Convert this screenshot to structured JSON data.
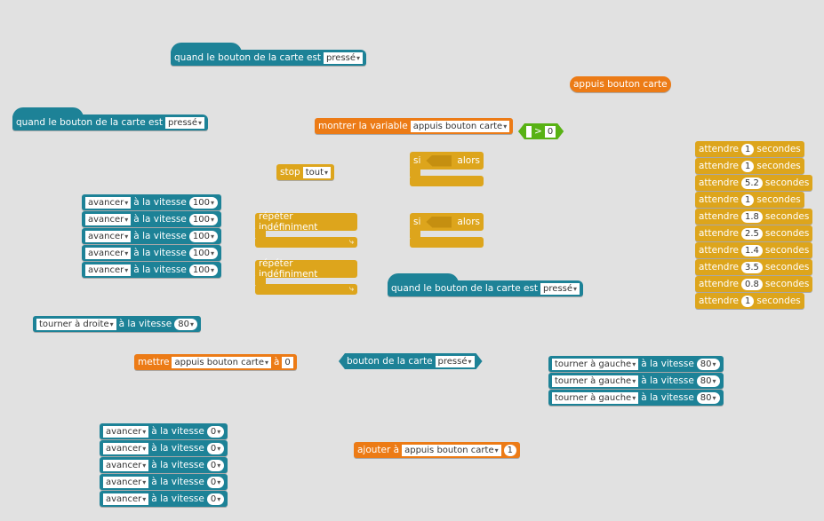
{
  "colors": {
    "teal": "#1d8297",
    "orange": "#ec7b16",
    "gold": "#dda51c",
    "green": "#58b214",
    "background": "#e1e1e1"
  },
  "blocks": [
    {
      "name": "when-board-button-hat-1",
      "color": "teal",
      "shape": "hat",
      "parts": [
        {
          "t": "quand le bouton de la carte est"
        },
        {
          "f": "pressé",
          "dd": true
        }
      ]
    },
    {
      "name": "when-board-button-hat-2",
      "color": "teal",
      "shape": "hat",
      "parts": [
        {
          "t": "quand le bouton de la carte est"
        },
        {
          "f": "pressé",
          "dd": true
        }
      ]
    },
    {
      "name": "variable-reporter",
      "color": "orange",
      "shape": "rep",
      "parts": [
        {
          "t": "appuis bouton carte"
        }
      ]
    },
    {
      "name": "show-variable-block",
      "color": "orange",
      "shape": "stack",
      "parts": [
        {
          "t": "montrer la variable"
        },
        {
          "f": "appuis bouton carte",
          "dd": true
        }
      ]
    },
    {
      "name": "greater-than-block",
      "color": "green",
      "shape": "bool",
      "parts": [
        {
          "f": " "
        },
        {
          "t": ">"
        },
        {
          "f": "0"
        }
      ]
    },
    {
      "name": "stop-block",
      "color": "gold",
      "shape": "stack",
      "parts": [
        {
          "t": "stop"
        },
        {
          "f": "tout",
          "dd": true
        }
      ]
    },
    {
      "name": "when-board-button-hat-3",
      "color": "teal",
      "shape": "hat",
      "parts": [
        {
          "t": "quand le bouton de la carte est"
        },
        {
          "f": "pressé",
          "dd": true
        }
      ]
    },
    {
      "name": "turn-right-block",
      "color": "teal",
      "shape": "stack",
      "parts": [
        {
          "f": "tourner à droite",
          "dd": true
        },
        {
          "t": "à la vitesse"
        },
        {
          "n": "80",
          "dd": true
        }
      ]
    },
    {
      "name": "set-variable-block",
      "color": "orange",
      "shape": "stack",
      "parts": [
        {
          "t": "mettre"
        },
        {
          "f": "appuis bouton carte",
          "dd": true
        },
        {
          "t": "à"
        },
        {
          "f": "0"
        }
      ]
    },
    {
      "name": "board-button-boolean",
      "color": "teal",
      "shape": "bool",
      "parts": [
        {
          "t": "bouton de la carte"
        },
        {
          "f": "pressé",
          "dd": true
        }
      ]
    },
    {
      "name": "change-variable-block",
      "color": "orange",
      "shape": "stack",
      "parts": [
        {
          "t": "ajouter à"
        },
        {
          "f": "appuis bouton carte",
          "dd": true
        },
        {
          "n": "1"
        }
      ]
    }
  ],
  "stacks": [
    {
      "name": "move-forward-100-stack",
      "color": "teal",
      "items": [
        [
          {
            "f": "avancer",
            "dd": true
          },
          {
            "t": "à la vitesse"
          },
          {
            "n": "100",
            "dd": true
          }
        ],
        [
          {
            "f": "avancer",
            "dd": true
          },
          {
            "t": "à la vitesse"
          },
          {
            "n": "100",
            "dd": true
          }
        ],
        [
          {
            "f": "avancer",
            "dd": true
          },
          {
            "t": "à la vitesse"
          },
          {
            "n": "100",
            "dd": true
          }
        ],
        [
          {
            "f": "avancer",
            "dd": true
          },
          {
            "t": "à la vitesse"
          },
          {
            "n": "100",
            "dd": true
          }
        ],
        [
          {
            "f": "avancer",
            "dd": true
          },
          {
            "t": "à la vitesse"
          },
          {
            "n": "100",
            "dd": true
          }
        ]
      ]
    },
    {
      "name": "turn-left-stack",
      "color": "teal",
      "items": [
        [
          {
            "f": "tourner à gauche",
            "dd": true
          },
          {
            "t": "à la vitesse"
          },
          {
            "n": "80",
            "dd": true
          }
        ],
        [
          {
            "f": "tourner à gauche",
            "dd": true
          },
          {
            "t": "à la vitesse"
          },
          {
            "n": "80",
            "dd": true
          }
        ],
        [
          {
            "f": "tourner à gauche",
            "dd": true
          },
          {
            "t": "à la vitesse"
          },
          {
            "n": "80",
            "dd": true
          }
        ]
      ]
    },
    {
      "name": "wait-stack",
      "color": "gold",
      "items": [
        [
          {
            "t": "attendre"
          },
          {
            "n": "1"
          },
          {
            "t": "secondes"
          }
        ],
        [
          {
            "t": "attendre"
          },
          {
            "n": "1"
          },
          {
            "t": "secondes"
          }
        ],
        [
          {
            "t": "attendre"
          },
          {
            "n": "5.2"
          },
          {
            "t": "secondes"
          }
        ],
        [
          {
            "t": "attendre"
          },
          {
            "n": "1"
          },
          {
            "t": "secondes"
          }
        ],
        [
          {
            "t": "attendre"
          },
          {
            "n": "1.8"
          },
          {
            "t": "secondes"
          }
        ],
        [
          {
            "t": "attendre"
          },
          {
            "n": "2.5"
          },
          {
            "t": "secondes"
          }
        ],
        [
          {
            "t": "attendre"
          },
          {
            "n": "1.4"
          },
          {
            "t": "secondes"
          }
        ],
        [
          {
            "t": "attendre"
          },
          {
            "n": "3.5"
          },
          {
            "t": "secondes"
          }
        ],
        [
          {
            "t": "attendre"
          },
          {
            "n": "0.8"
          },
          {
            "t": "secondes"
          }
        ],
        [
          {
            "t": "attendre"
          },
          {
            "n": "1"
          },
          {
            "t": "secondes"
          }
        ]
      ]
    },
    {
      "name": "move-forward-0-stack",
      "color": "teal",
      "items": [
        [
          {
            "f": "avancer",
            "dd": true
          },
          {
            "t": "à la vitesse"
          },
          {
            "n": "0",
            "dd": true
          }
        ],
        [
          {
            "f": "avancer",
            "dd": true
          },
          {
            "t": "à la vitesse"
          },
          {
            "n": "0",
            "dd": true
          }
        ],
        [
          {
            "f": "avancer",
            "dd": true
          },
          {
            "t": "à la vitesse"
          },
          {
            "n": "0",
            "dd": true
          }
        ],
        [
          {
            "f": "avancer",
            "dd": true
          },
          {
            "t": "à la vitesse"
          },
          {
            "n": "0",
            "dd": true
          }
        ],
        [
          {
            "f": "avancer",
            "dd": true
          },
          {
            "t": "à la vitesse"
          },
          {
            "n": "0",
            "dd": true
          }
        ]
      ]
    }
  ],
  "c_blocks": [
    {
      "name": "if-then-block-1",
      "kind": "if",
      "labels": [
        "si",
        "alors"
      ]
    },
    {
      "name": "if-then-block-2",
      "kind": "if",
      "labels": [
        "si",
        "alors"
      ]
    },
    {
      "name": "forever-block-1",
      "kind": "forever",
      "labels": [
        "répéter indéfiniment"
      ]
    },
    {
      "name": "forever-block-2",
      "kind": "forever",
      "labels": [
        "répéter indéfiniment"
      ]
    }
  ]
}
